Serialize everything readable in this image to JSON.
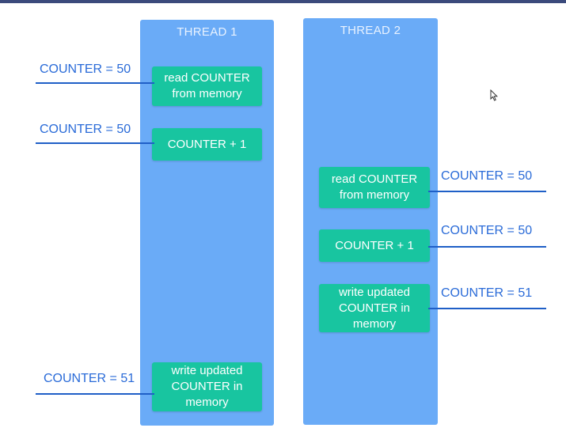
{
  "threads": [
    {
      "title": "THREAD 1"
    },
    {
      "title": "THREAD 2"
    }
  ],
  "thread1_ops": [
    "read COUNTER\nfrom memory",
    "COUNTER + 1",
    "write updated\nCOUNTER in\nmemory"
  ],
  "thread2_ops": [
    "read COUNTER\nfrom memory",
    "COUNTER + 1",
    "write updated\nCOUNTER in\nmemory"
  ],
  "thread1_values": [
    "COUNTER = 50",
    "COUNTER = 50",
    "COUNTER = 51"
  ],
  "thread2_values": [
    "COUNTER = 50",
    "COUNTER = 50",
    "COUNTER = 51"
  ],
  "colors": {
    "thread": "#6aabf7",
    "operation": "#18c5a0",
    "label": "#2a6bd8",
    "line": "#1f5fc7"
  }
}
